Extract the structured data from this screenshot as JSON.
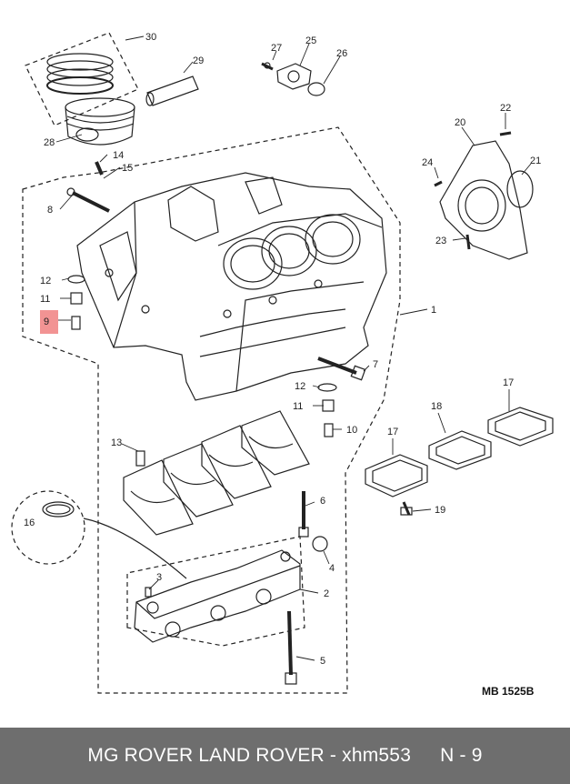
{
  "diagram": {
    "reference_code": "MB 1525B",
    "callouts": {
      "c30": "30",
      "c29": "29",
      "c28": "28",
      "c27": "27",
      "c25": "25",
      "c26": "26",
      "c22": "22",
      "c20": "20",
      "c21": "21",
      "c24": "24",
      "c23": "23",
      "c14": "14",
      "c15": "15",
      "c8": "8",
      "c12a": "12",
      "c11a": "11",
      "c9": "9",
      "c1": "1",
      "c7": "7",
      "c12b": "12",
      "c11b": "11",
      "c10": "10",
      "c17a": "17",
      "c18": "18",
      "c17b": "17",
      "c19": "19",
      "c13": "13",
      "c16": "16",
      "c6": "6",
      "c4": "4",
      "c3": "3",
      "c2": "2",
      "c5": "5"
    },
    "highlight_color": "#f08080"
  },
  "footer": {
    "brands": "MG ROVER LAND ROVER - xhm553",
    "position": "N - 9"
  }
}
